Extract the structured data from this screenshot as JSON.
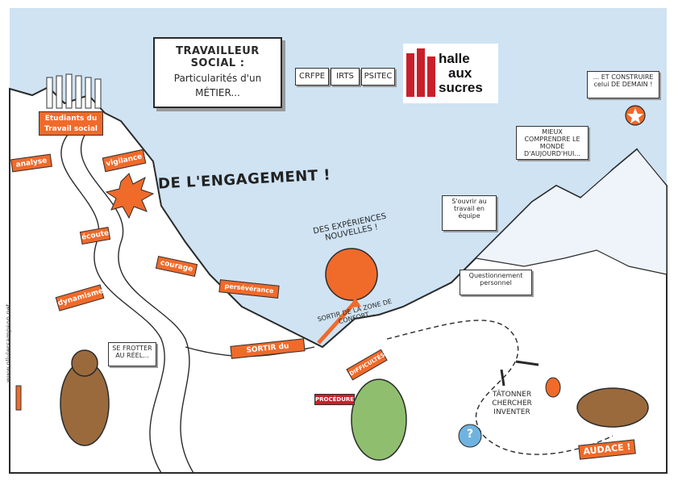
{
  "title": {
    "line1": "TRAVAILLEUR SOCIAL :",
    "line2": "Particularités d'un",
    "line3": "MÉTIER..."
  },
  "tags": [
    "CRFPE",
    "IRTS",
    "PSITEC"
  ],
  "logo": {
    "line1": "halle",
    "line2": "aux",
    "line3": "sucres",
    "brand_color": "#c8202b"
  },
  "students_banner": "Etudiants du Travail social",
  "flags": {
    "analyse": "analyse",
    "vigilance": "vigilance",
    "ecoute": "écoute",
    "courage": "courage",
    "perseverance": "persévérance",
    "dynamisme": "dynamisme"
  },
  "engagement": "DE L'ENGAGEMENT !",
  "experiences": "DES EXPÉRIENCES NOUVELLES !",
  "comfort_zone": "SORTIR DE LA ZONE DE CONFORT...",
  "sortir_rang": "SORTIR du RANG...",
  "difficultes": "DIFFICULTÉS",
  "procedure": "PROCÉDURE",
  "se_frotter": "SE FROTTER AU RÉEL...",
  "ouvrir": "S'ouvrir au travail en équipe",
  "comprendre": "MIEUX COMPRENDRE LE MONDE D'AUJOURD'HUI...",
  "construire": "... ET CONSTRUIRE celui DE DEMAIN !",
  "questionnement": "Questionnement personnel",
  "tatonner": [
    "TÂTONNER",
    "CHERCHER",
    "INVENTER"
  ],
  "question_mark": "?",
  "audace": "AUDACE !",
  "website": "www.oliviersampson.net",
  "colors": {
    "sky": "#cfe3f3",
    "orange": "#f06a2a",
    "ink": "#2a2a2a"
  }
}
